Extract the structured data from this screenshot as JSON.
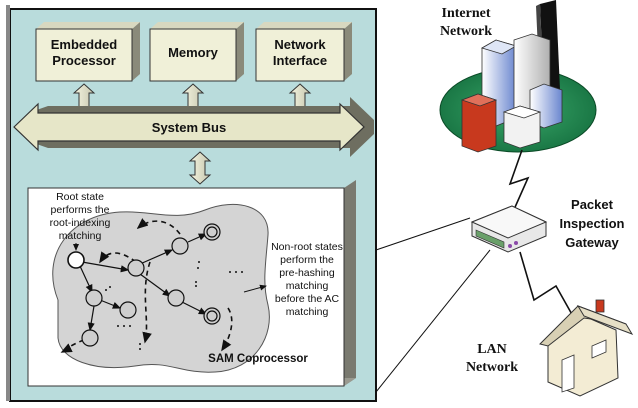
{
  "blocks": {
    "embedded_processor": [
      "Embedded",
      "Processor"
    ],
    "memory": "Memory",
    "network_interface": [
      "Network",
      "Interface"
    ],
    "system_bus": "System Bus",
    "coprocessor": "SAM Coprocessor"
  },
  "annotations": {
    "root_state": [
      "Root state",
      "performs the",
      "root-indexing",
      "matching"
    ],
    "non_root_states": [
      "Non-root states",
      "perform the",
      "pre-hashing",
      "matching",
      "before the AC",
      "matching"
    ]
  },
  "network": {
    "internet": [
      "Internet",
      "Network"
    ],
    "gateway": [
      "Packet",
      "Inspection",
      "Gateway"
    ],
    "lan": [
      "LAN",
      "Network"
    ]
  },
  "colors": {
    "panel": "#b9dcdc",
    "block": "#f0f0d8",
    "bus": "#e6e6c8",
    "blob": "#d4d4d4",
    "ground": "#1d8a52",
    "accent_blue": "#6a86cf",
    "accent_red": "#c8391e"
  }
}
